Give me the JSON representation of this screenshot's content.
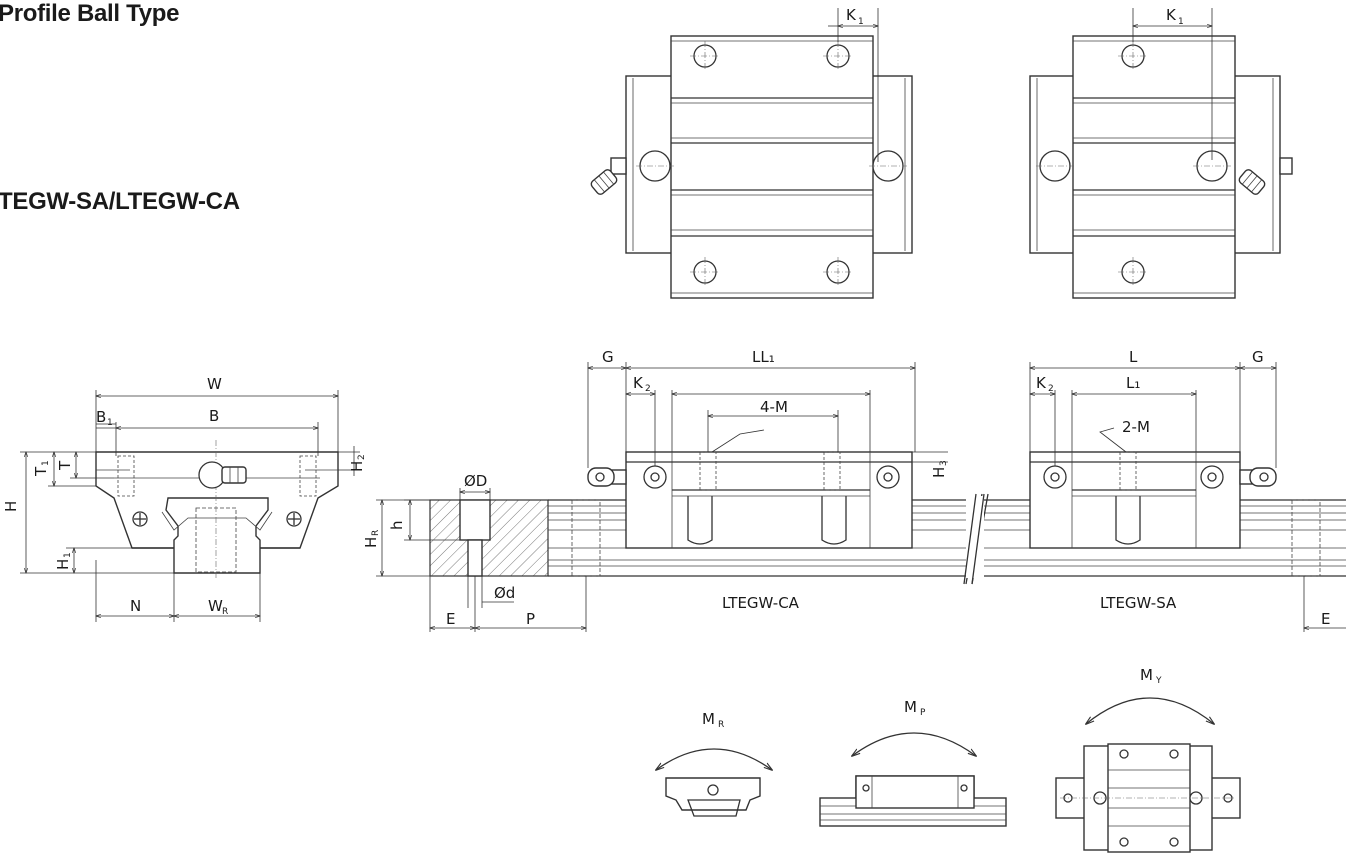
{
  "titles": {
    "series": "Profile Ball Type",
    "model": "TEGW-SA/LTEGW-CA"
  },
  "labels": {
    "W": "W",
    "B": "B",
    "B1": "B",
    "B1_sub": "1",
    "T": "T",
    "T1": "T",
    "T1_sub": "1",
    "H": "H",
    "H1": "H",
    "H1_sub": "1",
    "H2": "H",
    "H2_sub": "2",
    "N": "N",
    "WR": "W",
    "WR_sub": "R",
    "K1_left": "K",
    "K1_right": "K",
    "K1_sub": "1",
    "G_left": "G",
    "G_right": "G",
    "LL1": "LL₁",
    "L": "L",
    "L1": "L₁",
    "K2_left": "K",
    "K2_right": "K",
    "K2_sub": "2",
    "M4": "4-M",
    "M2": "2-M",
    "H3": "H",
    "H3_sub": "3",
    "phiD": "ØD",
    "phid": "Ød",
    "h": "h",
    "HR": "H",
    "HR_sub": "R",
    "E_left": "E",
    "P": "P",
    "E_right": "E",
    "ca_label": "LTEGW-CA",
    "sa_label": "LTEGW-SA",
    "MR": "M",
    "MR_sub": "R",
    "MP": "M",
    "MP_sub": "P",
    "MY": "M",
    "MY_sub": "Y"
  }
}
